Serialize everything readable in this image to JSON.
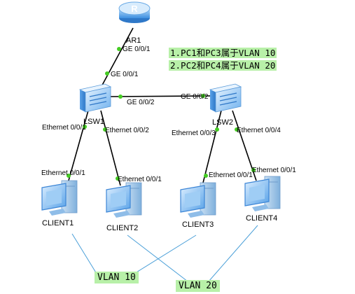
{
  "notes": [
    "1.PC1和PC3属于VLAN 10",
    "2.PC2和PC4属于VLAN 20"
  ],
  "devices": {
    "ar1": "AR1",
    "lsw1": "LSW1",
    "lsw2": "LSW2",
    "client1": "CLIENT1",
    "client2": "CLIENT2",
    "client3": "CLIENT3",
    "client4": "CLIENT4"
  },
  "ports": {
    "ar1_g001": "GE 0/0/1",
    "lsw1_g001": "GE 0/0/1",
    "lsw1_g002": "GE 0/0/2",
    "lsw2_g002": "GE 0/0/2",
    "lsw1_e001": "Ethernet 0/0/1",
    "lsw1_e002": "Ethernet 0/0/2",
    "lsw2_e003": "Ethernet 0/0/3",
    "lsw2_e004": "Ethernet 0/0/4",
    "client1_e001": "Ethernet 0/0/1",
    "client2_e001": "Ethernet 0/0/1",
    "client3_e001": "Ethernet 0/0/1",
    "client4_e001": "Ethernet 0/0/1"
  },
  "vlans": {
    "vlan10": "VLAN 10",
    "vlan20": "VLAN 20"
  },
  "colors": {
    "link": "#000000",
    "port_dot": "#44cc22",
    "vlan_line": "#4a9fd8",
    "note_bg": "#b8f0a8",
    "device_blue": "#4aa0e6"
  }
}
